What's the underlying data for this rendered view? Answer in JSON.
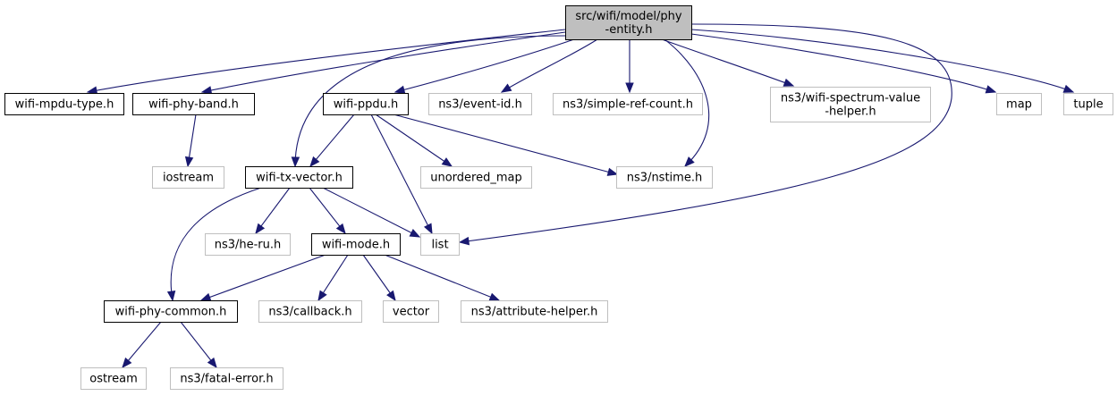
{
  "diagram": {
    "title": "Include dependency graph for src/wifi/model/phy-entity.h",
    "colors": {
      "edge": "#191970",
      "root_fill": "#bfbfbf",
      "local_border": "#000000",
      "external_border": "#bfbfbf"
    },
    "nodes": [
      {
        "id": "root",
        "label_lines": [
          "src/wifi/model/phy",
          "-entity.h"
        ],
        "kind": "root"
      },
      {
        "id": "wifi-mpdu-type",
        "label_lines": [
          "wifi-mpdu-type.h"
        ],
        "kind": "local"
      },
      {
        "id": "wifi-phy-band",
        "label_lines": [
          "wifi-phy-band.h"
        ],
        "kind": "local"
      },
      {
        "id": "wifi-ppdu",
        "label_lines": [
          "wifi-ppdu.h"
        ],
        "kind": "local"
      },
      {
        "id": "event-id",
        "label_lines": [
          "ns3/event-id.h"
        ],
        "kind": "external"
      },
      {
        "id": "simple-ref-count",
        "label_lines": [
          "ns3/simple-ref-count.h"
        ],
        "kind": "external"
      },
      {
        "id": "wifi-spectrum-value-helper",
        "label_lines": [
          "ns3/wifi-spectrum-value",
          "-helper.h"
        ],
        "kind": "external"
      },
      {
        "id": "map",
        "label_lines": [
          "map"
        ],
        "kind": "external"
      },
      {
        "id": "tuple",
        "label_lines": [
          "tuple"
        ],
        "kind": "external"
      },
      {
        "id": "iostream",
        "label_lines": [
          "iostream"
        ],
        "kind": "external"
      },
      {
        "id": "wifi-tx-vector",
        "label_lines": [
          "wifi-tx-vector.h"
        ],
        "kind": "local"
      },
      {
        "id": "unordered_map",
        "label_lines": [
          "unordered_map"
        ],
        "kind": "external"
      },
      {
        "id": "nstime",
        "label_lines": [
          "ns3/nstime.h"
        ],
        "kind": "external"
      },
      {
        "id": "he-ru",
        "label_lines": [
          "ns3/he-ru.h"
        ],
        "kind": "external"
      },
      {
        "id": "wifi-mode",
        "label_lines": [
          "wifi-mode.h"
        ],
        "kind": "local"
      },
      {
        "id": "list",
        "label_lines": [
          "list"
        ],
        "kind": "external"
      },
      {
        "id": "wifi-phy-common",
        "label_lines": [
          "wifi-phy-common.h"
        ],
        "kind": "local"
      },
      {
        "id": "callback",
        "label_lines": [
          "ns3/callback.h"
        ],
        "kind": "external"
      },
      {
        "id": "vector",
        "label_lines": [
          "vector"
        ],
        "kind": "external"
      },
      {
        "id": "attribute-helper",
        "label_lines": [
          "ns3/attribute-helper.h"
        ],
        "kind": "external"
      },
      {
        "id": "ostream",
        "label_lines": [
          "ostream"
        ],
        "kind": "external"
      },
      {
        "id": "fatal-error",
        "label_lines": [
          "ns3/fatal-error.h"
        ],
        "kind": "external"
      }
    ],
    "edges": [
      {
        "from": "root",
        "to": "wifi-mpdu-type"
      },
      {
        "from": "root",
        "to": "wifi-phy-band"
      },
      {
        "from": "root",
        "to": "wifi-ppdu"
      },
      {
        "from": "root",
        "to": "event-id"
      },
      {
        "from": "root",
        "to": "simple-ref-count"
      },
      {
        "from": "root",
        "to": "wifi-spectrum-value-helper"
      },
      {
        "from": "root",
        "to": "map"
      },
      {
        "from": "root",
        "to": "tuple"
      },
      {
        "from": "root",
        "to": "wifi-tx-vector"
      },
      {
        "from": "root",
        "to": "nstime"
      },
      {
        "from": "root",
        "to": "list"
      },
      {
        "from": "wifi-phy-band",
        "to": "iostream"
      },
      {
        "from": "wifi-ppdu",
        "to": "wifi-tx-vector"
      },
      {
        "from": "wifi-ppdu",
        "to": "unordered_map"
      },
      {
        "from": "wifi-ppdu",
        "to": "nstime"
      },
      {
        "from": "wifi-ppdu",
        "to": "list"
      },
      {
        "from": "wifi-tx-vector",
        "to": "he-ru"
      },
      {
        "from": "wifi-tx-vector",
        "to": "wifi-mode"
      },
      {
        "from": "wifi-tx-vector",
        "to": "list"
      },
      {
        "from": "wifi-tx-vector",
        "to": "wifi-phy-common"
      },
      {
        "from": "wifi-mode",
        "to": "wifi-phy-common"
      },
      {
        "from": "wifi-mode",
        "to": "callback"
      },
      {
        "from": "wifi-mode",
        "to": "vector"
      },
      {
        "from": "wifi-mode",
        "to": "attribute-helper"
      },
      {
        "from": "wifi-phy-common",
        "to": "ostream"
      },
      {
        "from": "wifi-phy-common",
        "to": "fatal-error"
      }
    ]
  }
}
